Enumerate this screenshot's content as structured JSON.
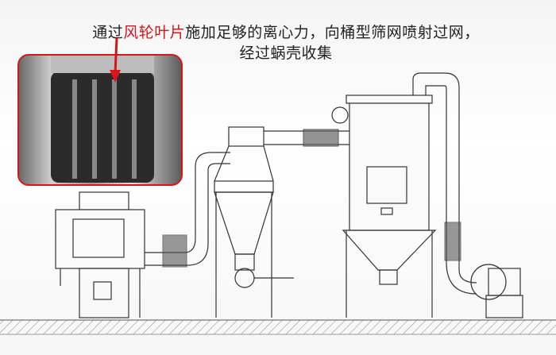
{
  "caption": {
    "line1_prefix": "通过",
    "line1_highlight": "风轮叶片",
    "line1_suffix": "施加足够的离心力，向桶型筛网喷射过网，",
    "line2": "经过蜗壳收集"
  },
  "colors": {
    "highlight": "#d8141c",
    "line": "#333333"
  },
  "photo": {
    "subject": "impeller-blades"
  }
}
